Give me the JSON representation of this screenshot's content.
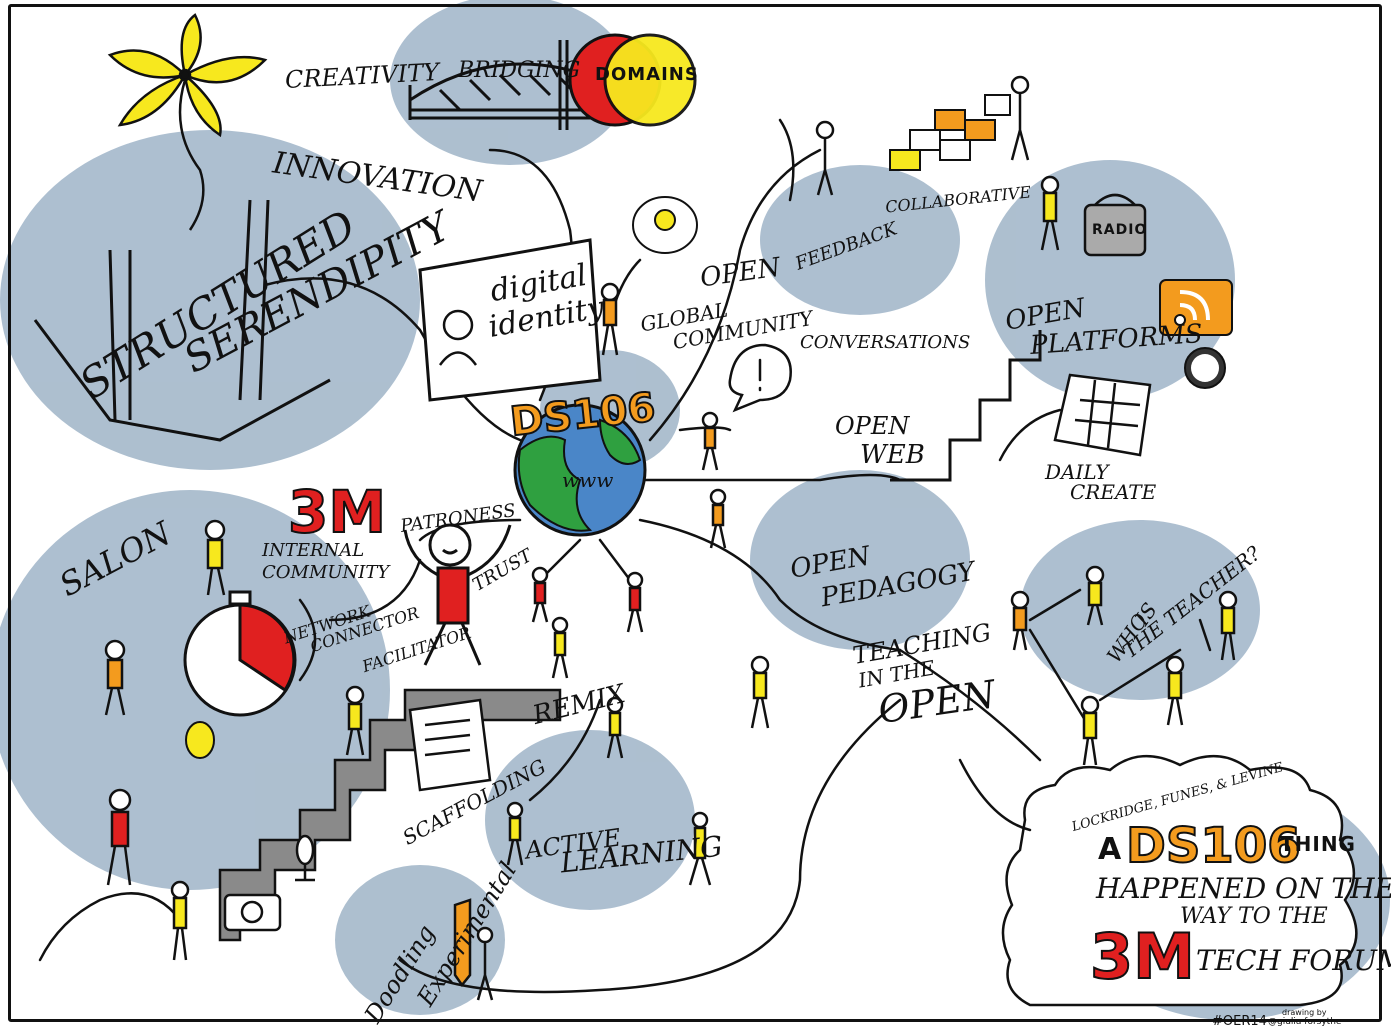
{
  "title": {
    "main_line1": "A",
    "ds106": "DS106",
    "thing": "THING",
    "line2": "HAPPENED ON THE",
    "line3": "WAY TO THE",
    "m3": "3M",
    "line4": "TECH FORUM"
  },
  "authors": "LOCKRIDGE, FUNES, & LEVINE",
  "center": {
    "logo": "DS106",
    "globe_text": "www"
  },
  "labels": {
    "creativity": "CREATIVITY",
    "bridging": "BRIDGING",
    "domains": "DOMAINS",
    "innovation": "INNOVATION",
    "structured": "STRUCTURED",
    "serendipity": "SERENDIPITY",
    "digital": "digital",
    "identity": "identity",
    "open": "OPEN",
    "global": "GLOBAL",
    "community": "COMMUNITY",
    "feedback": "FEEDBACK",
    "collaborative": "COLLABORATIVE",
    "conversations": "CONVERSATIONS",
    "radio": "RADIO",
    "open_platforms_1": "OPEN",
    "open_platforms_2": "PLATFORMS",
    "open_web_1": "OPEN",
    "open_web_2": "WEB",
    "daily": "DAILY",
    "create": "CREATE",
    "m3_left": "3M",
    "salon": "SALON",
    "internal_community_1": "INTERNAL",
    "internal_community_2": "COMMUNITY",
    "patroness": "PATRONESS",
    "trust": "TRUST",
    "network_connector_1": "NETWORK",
    "network_connector_2": "CONNECTOR",
    "facilitator": "FACILITATOR",
    "open_pedagogy_1": "OPEN",
    "open_pedagogy_2": "PEDAGOGY",
    "teaching_1": "TEACHING",
    "teaching_2": "IN THE",
    "teaching_3": "OPEN",
    "who_is_1": "WHO",
    "who_is_2": "IS",
    "who_is_3": "THE TEACHER?",
    "remix": "REMIX",
    "scaffolding": "SCAFFOLDING",
    "active": "ACTIVE",
    "learning": "LEARNING",
    "experimental": "Experimental",
    "doodling": "Doodling"
  },
  "footer": {
    "hashtag": "#OER14",
    "credit_1": "drawing by",
    "credit_2": "@giulia forsythe"
  },
  "colors": {
    "bubble": "#a9bccd",
    "orange": "#f39b1e",
    "red": "#e02020",
    "yellow": "#f7e81e",
    "globe_blue": "#4a86c8",
    "globe_green": "#2fa040",
    "ink": "#111111"
  }
}
